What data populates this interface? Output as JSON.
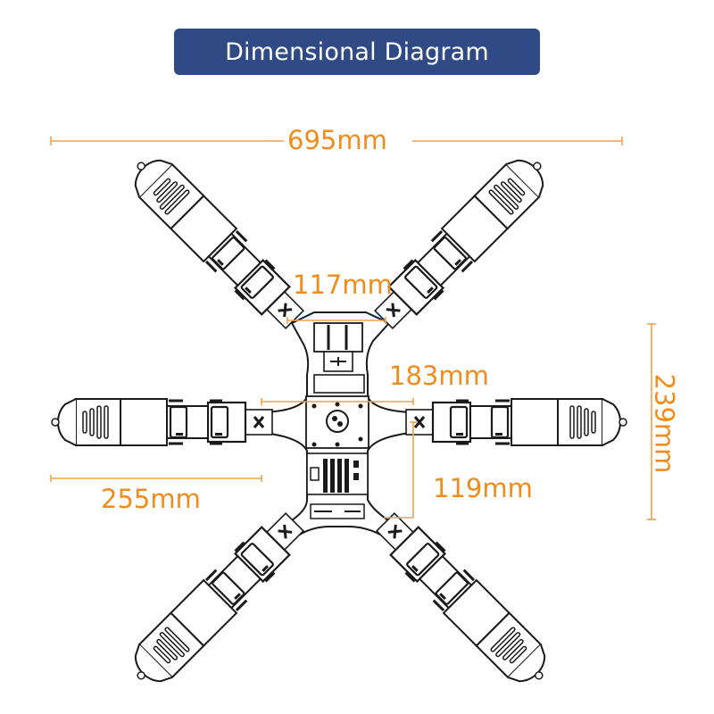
{
  "title": "Dimensional Diagram",
  "colors": {
    "title_bg": "#2f4a84",
    "title_text": "#ffffff",
    "dimension": "#f08c1c",
    "line_art": "#1a1a1a",
    "background": "#ffffff"
  },
  "subject": "hexapod-robot-top-view",
  "dimensions": {
    "overall_width": "695mm",
    "front_leg_spacing": "117mm",
    "middle_leg_spacing": "183mm",
    "leg_length": "255mm",
    "leg_mount_offset": "119mm",
    "overall_length": "239mm"
  }
}
